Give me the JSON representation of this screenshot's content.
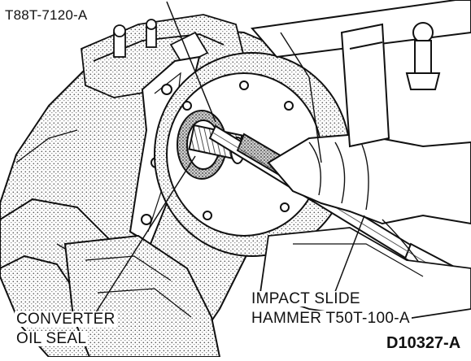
{
  "labels": {
    "tool_top": "T88T-7120-A",
    "converter_line1": "CONVERTER",
    "converter_line2": "OIL SEAL",
    "impact_line1": "IMPACT SLIDE",
    "impact_line2": "HAMMER T50T-100-A",
    "figure_id": "D10327-A"
  },
  "colors": {
    "ink": "#111111",
    "paper": "#ffffff",
    "shade": "#7a7a7a"
  }
}
